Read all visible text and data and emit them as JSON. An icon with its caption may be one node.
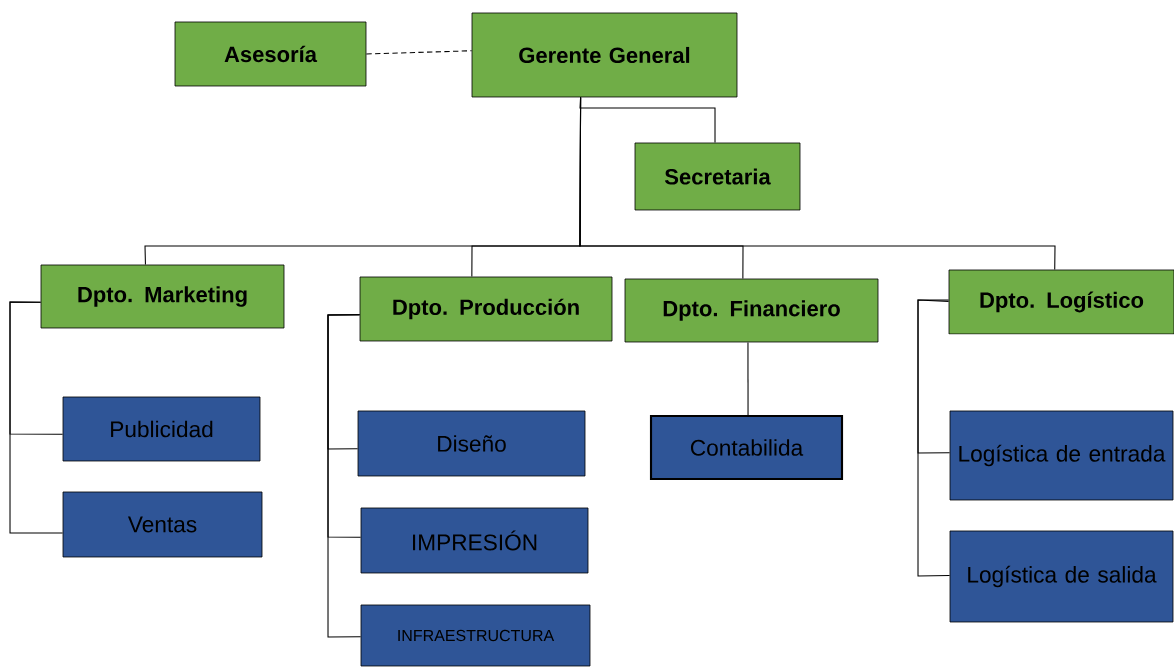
{
  "diagram": {
    "nodes": [
      {
        "text": [
          "Asesoría"
        ]
      },
      {
        "text": [
          "Gerente General"
        ]
      },
      {
        "text": [
          "Secretaria"
        ]
      },
      {
        "text": [
          "Dpto. Marketing"
        ]
      },
      {
        "text": [
          "Dpto. Producción"
        ]
      },
      {
        "text": [
          "Dpto. Financiero"
        ]
      },
      {
        "text": [
          "Dpto. Logístico"
        ]
      },
      {
        "text": [
          "Publicidad"
        ]
      },
      {
        "text": [
          "Ventas"
        ]
      },
      {
        "text": [
          "Diseño"
        ]
      },
      {
        "text": [
          "IMPRESIÓN"
        ]
      },
      {
        "text": [
          "INFRAESTRUCTURA"
        ]
      },
      {
        "text": [
          "Contabilida"
        ]
      },
      {
        "text": [
          "Logística de entrada"
        ]
      },
      {
        "text": [
          "Logística de salida"
        ]
      }
    ],
    "edges": [
      {
        "from": 0,
        "to": 1,
        "arrow": "none",
        "style": "dashed"
      },
      {
        "from": 1,
        "to": 2,
        "arrow": "none"
      },
      {
        "from": 1,
        "to": 3,
        "arrow": "none"
      },
      {
        "from": 1,
        "to": 4,
        "arrow": "none"
      },
      {
        "from": 1,
        "to": 5,
        "arrow": "none"
      },
      {
        "from": 1,
        "to": 6,
        "arrow": "none"
      },
      {
        "from": 3,
        "to": 7,
        "arrow": "none"
      },
      {
        "from": 3,
        "to": 8,
        "arrow": "none"
      },
      {
        "from": 4,
        "to": 9,
        "arrow": "none"
      },
      {
        "from": 4,
        "to": 10,
        "arrow": "none"
      },
      {
        "from": 4,
        "to": 11,
        "arrow": "none"
      },
      {
        "from": 5,
        "to": 12,
        "arrow": "none"
      },
      {
        "from": 6,
        "to": 13,
        "arrow": "none"
      },
      {
        "from": 6,
        "to": 14,
        "arrow": "none"
      }
    ]
  }
}
